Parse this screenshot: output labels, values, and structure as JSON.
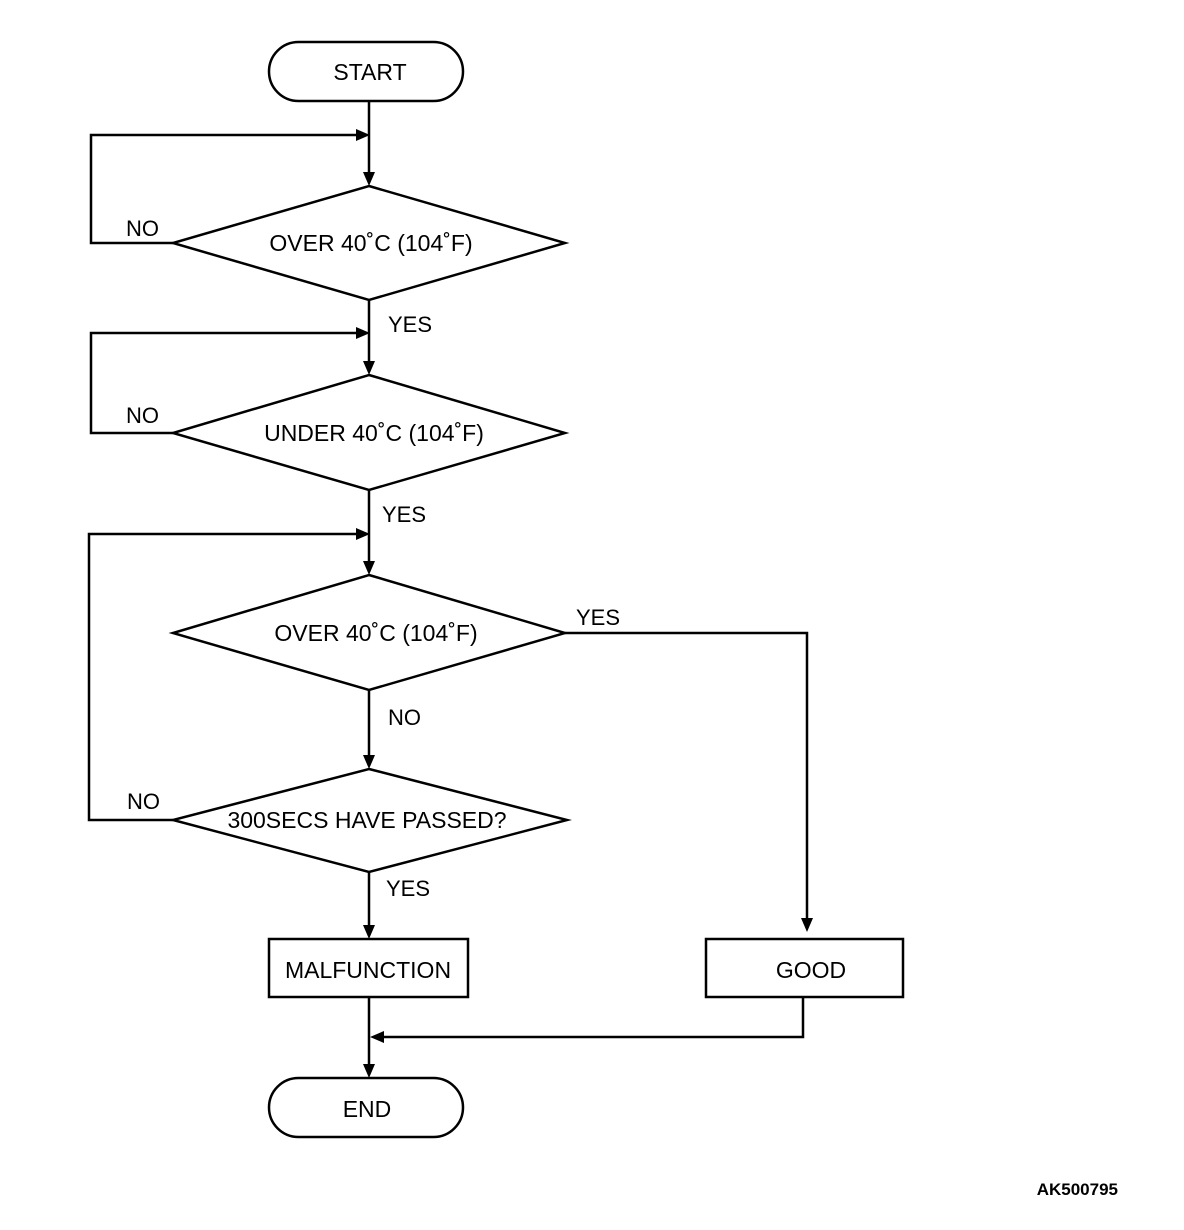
{
  "nodes": {
    "start": "START",
    "decision1": "OVER 40˚C (104˚F)",
    "decision2": "UNDER 40˚C (104˚F)",
    "decision3": "OVER 40˚C (104˚F)",
    "decision4": "300SECS HAVE PASSED?",
    "malfunction": "MALFUNCTION",
    "good": "GOOD",
    "end": "END"
  },
  "edge_labels": {
    "d1_no": "NO",
    "d1_yes": "YES",
    "d2_no": "NO",
    "d2_yes": "YES",
    "d3_yes": "YES",
    "d3_no": "NO",
    "d4_no": "NO",
    "d4_yes": "YES"
  },
  "figure_id": "AK500795"
}
